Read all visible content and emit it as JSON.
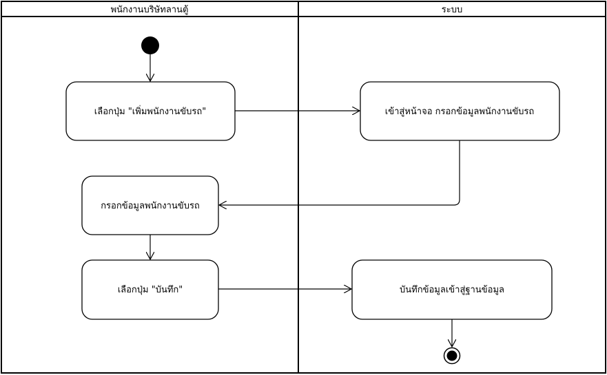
{
  "lanes": [
    {
      "title": "พนักงานบริษัทลานตู้"
    },
    {
      "title": "ระบบ"
    }
  ],
  "actions": [
    {
      "id": "a1",
      "label": "เลือกปุ่ม \"เพิ่มพนักงานขับรถ\""
    },
    {
      "id": "a2",
      "label": "เข้าสู่หน้าจอ กรอกข้อมูลพนักงานขับรถ"
    },
    {
      "id": "a3",
      "label": "กรอกข้อมูลพนักงานขับรถ"
    },
    {
      "id": "a4",
      "label": "เลือกปุ่ม \"บันทึก\""
    },
    {
      "id": "a5",
      "label": "บันทึกข้อมูลเข้าสู่ฐานข้อมูล"
    }
  ]
}
